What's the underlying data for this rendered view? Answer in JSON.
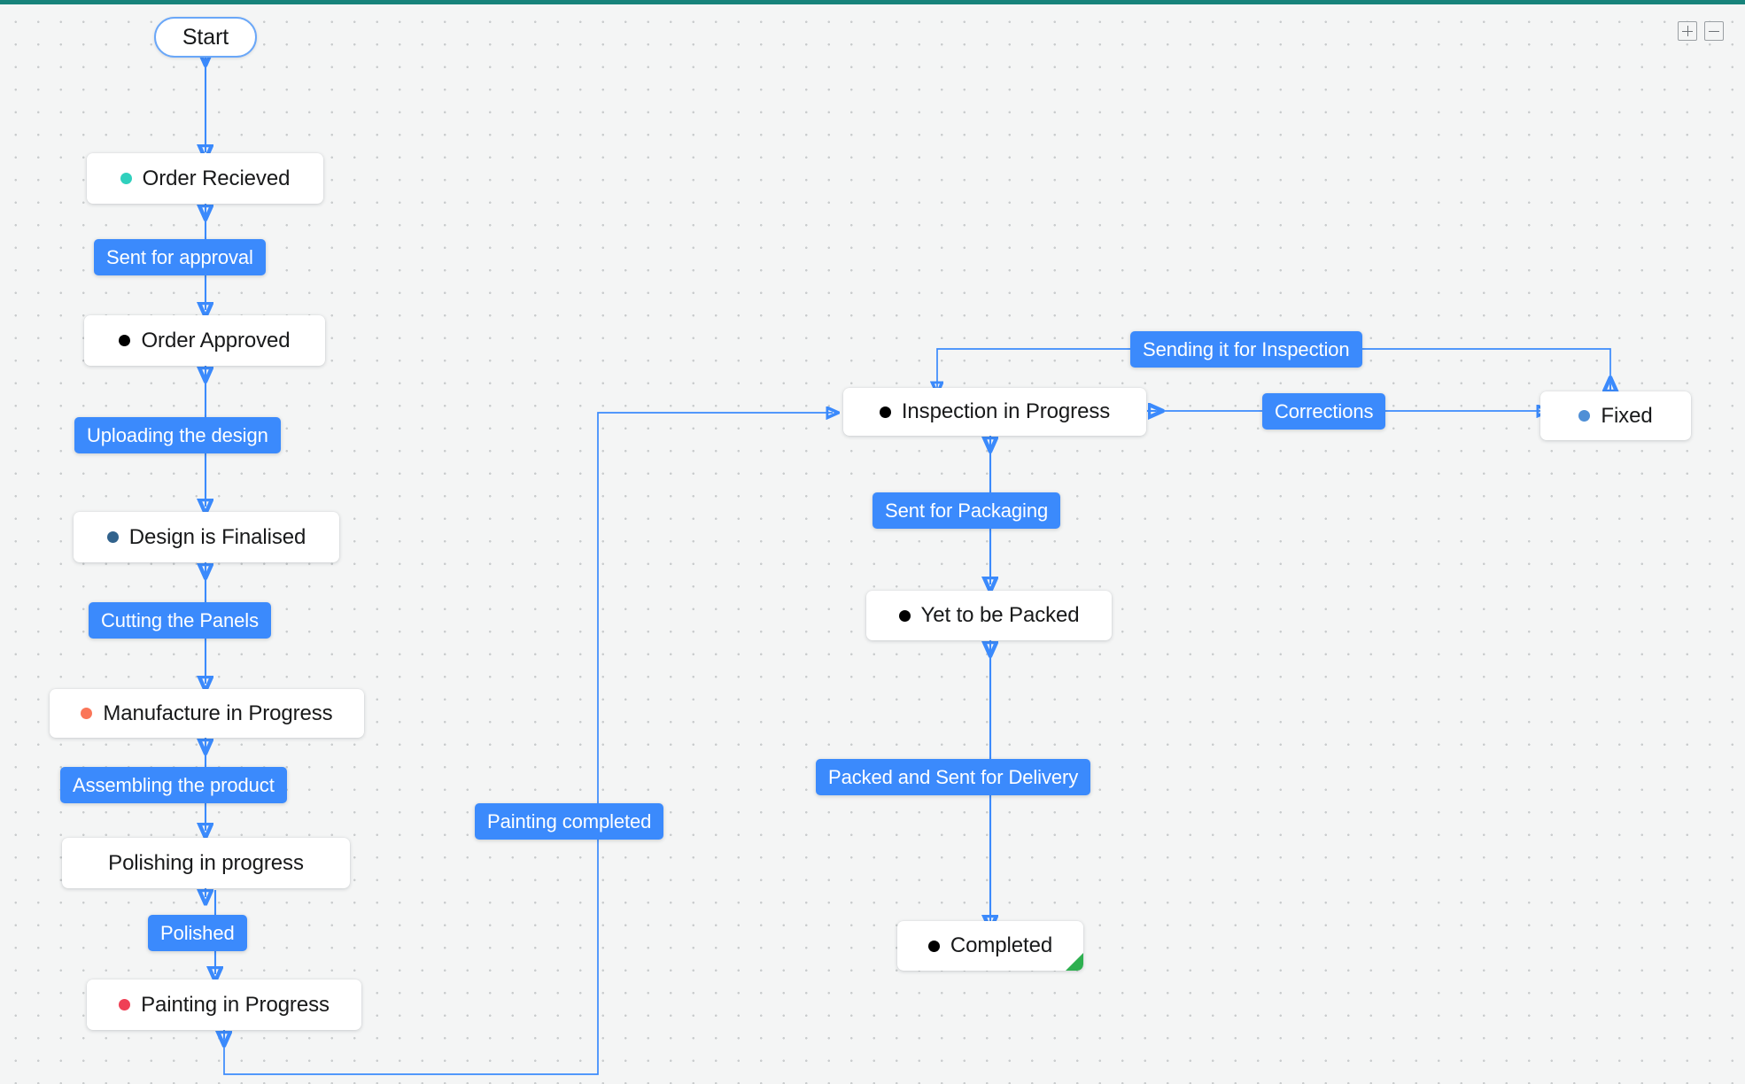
{
  "canvas": {
    "background_color": "#f4f5f5",
    "dot_color": "#c9cccd",
    "topbar_color": "#17837b",
    "edge_color": "#3b8afc",
    "label_pill_color": "#3b8afc",
    "node_background": "#ffffff"
  },
  "controls": {
    "zoom_in": "+",
    "zoom_out": "−",
    "zoom_in_name": "zoom-in-button",
    "zoom_out_name": "zoom-out-button"
  },
  "nodes": [
    {
      "id": "start",
      "label": "Start",
      "dot": null,
      "shape": "terminal"
    },
    {
      "id": "order-recieved",
      "label": "Order Recieved",
      "dot": "#30d0bd",
      "shape": "box"
    },
    {
      "id": "order-approved",
      "label": "Order Approved",
      "dot": "#000000",
      "shape": "box"
    },
    {
      "id": "design-finalised",
      "label": "Design is Finalised",
      "dot": "#31628c",
      "shape": "box"
    },
    {
      "id": "manufacture-in-progress",
      "label": "Manufacture in Progress",
      "dot": "#fa7659",
      "shape": "box"
    },
    {
      "id": "polishing-in-progress",
      "label": "Polishing in progress",
      "dot": null,
      "shape": "box"
    },
    {
      "id": "painting-in-progress",
      "label": "Painting in Progress",
      "dot": "#ef4055",
      "shape": "box"
    },
    {
      "id": "inspection-in-progress",
      "label": "Inspection in Progress",
      "dot": "#000000",
      "shape": "box"
    },
    {
      "id": "fixed",
      "label": "Fixed",
      "dot": "#4f8fd6",
      "shape": "box"
    },
    {
      "id": "yet-to-be-packed",
      "label": "Yet to be Packed",
      "dot": "#000000",
      "shape": "box"
    },
    {
      "id": "completed",
      "label": "Completed",
      "dot": "#000000",
      "shape": "box",
      "flag": "#2eb050"
    }
  ],
  "transitions": [
    {
      "id": "sent-for-approval",
      "label": "Sent for approval",
      "from": "order-recieved",
      "to": "order-approved"
    },
    {
      "id": "uploading-the-design",
      "label": "Uploading the design",
      "from": "order-approved",
      "to": "design-finalised"
    },
    {
      "id": "cutting-the-panels",
      "label": "Cutting the Panels",
      "from": "design-finalised",
      "to": "manufacture-in-progress"
    },
    {
      "id": "assembling-the-product",
      "label": "Assembling the product",
      "from": "manufacture-in-progress",
      "to": "polishing-in-progress"
    },
    {
      "id": "polished",
      "label": "Polished",
      "from": "polishing-in-progress",
      "to": "painting-in-progress"
    },
    {
      "id": "painting-completed",
      "label": "Painting completed",
      "from": "painting-in-progress",
      "to": "inspection-in-progress"
    },
    {
      "id": "sending-it-for-inspection",
      "label": "Sending it for Inspection",
      "from": "fixed",
      "to": "inspection-in-progress"
    },
    {
      "id": "corrections",
      "label": "Corrections",
      "from": "inspection-in-progress",
      "to": "fixed"
    },
    {
      "id": "sent-for-packaging",
      "label": "Sent for Packaging",
      "from": "inspection-in-progress",
      "to": "yet-to-be-packed"
    },
    {
      "id": "packed-and-sent",
      "label": "Packed and Sent for Delivery",
      "from": "yet-to-be-packed",
      "to": "completed"
    }
  ]
}
